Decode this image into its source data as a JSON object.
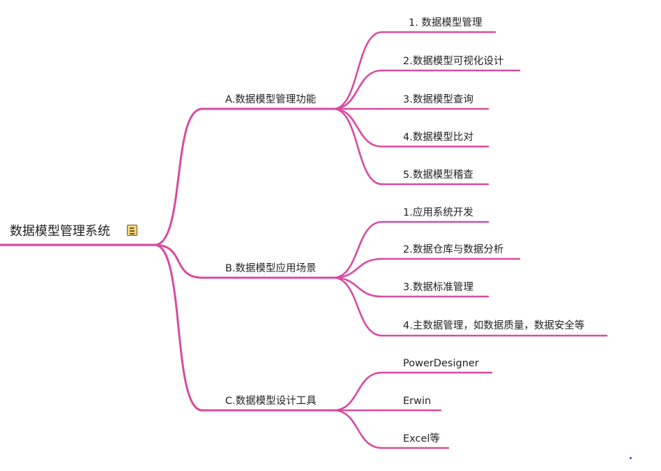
{
  "mindmap": {
    "root": {
      "label": "数据模型管理系统",
      "note_icon": "note-icon"
    },
    "branches": [
      {
        "label": "A.数据模型管理功能",
        "children": [
          "1. 数据模型管理",
          "2.数据模型可视化设计",
          "3.数据模型查询",
          "4.数据模型比对",
          "5.数据模型稽查"
        ]
      },
      {
        "label": "B.数据模型应用场景",
        "children": [
          "1.应用系统开发",
          "2.数据仓库与数据分析",
          "3.数据标准管理",
          "4.主数据管理，如数据质量，数据安全等"
        ]
      },
      {
        "label": "C.数据模型设计工具",
        "children": [
          "PowerDesigner",
          "Erwin",
          "Excel等"
        ]
      }
    ],
    "line_color": "#d94aa0"
  }
}
